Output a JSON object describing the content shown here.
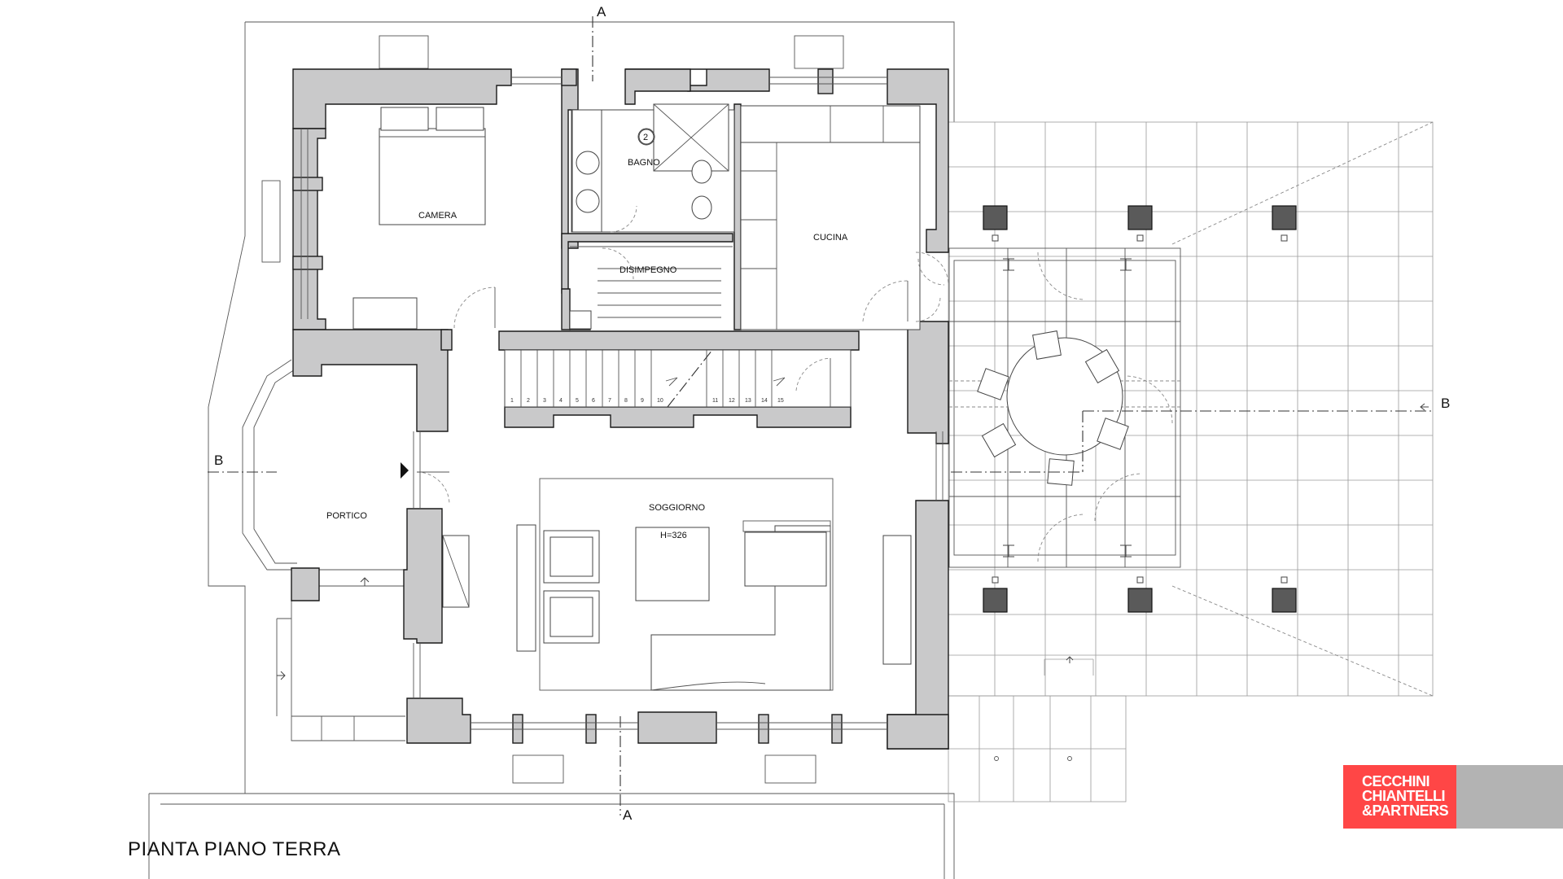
{
  "plan_title": "PIANTA PIANO TERRA",
  "rooms": {
    "camera": "CAMERA",
    "bagno": "BAGNO",
    "disimpegno": "DISIMPEGNO",
    "cucina": "CUCINA",
    "portico": "PORTICO",
    "soggiorno": "SOGGIORNO",
    "height_note": "H=326"
  },
  "section_marks": {
    "a_top": "A",
    "a_bottom": "A",
    "b_left": "B",
    "b_right": "B"
  },
  "fixture_number": "2",
  "stair_steps": [
    "1",
    "2",
    "3",
    "4",
    "5",
    "6",
    "7",
    "8",
    "9",
    "10",
    "11",
    "12",
    "13",
    "14",
    "15"
  ],
  "logo": {
    "line1": "CECCHINI",
    "line2": "CHIANTELLI",
    "line3": "&PARTNERS"
  },
  "colors": {
    "wall_fill": "#c9c9ca",
    "logo_red": "#ff4646",
    "logo_grey": "#b3b3b3"
  }
}
